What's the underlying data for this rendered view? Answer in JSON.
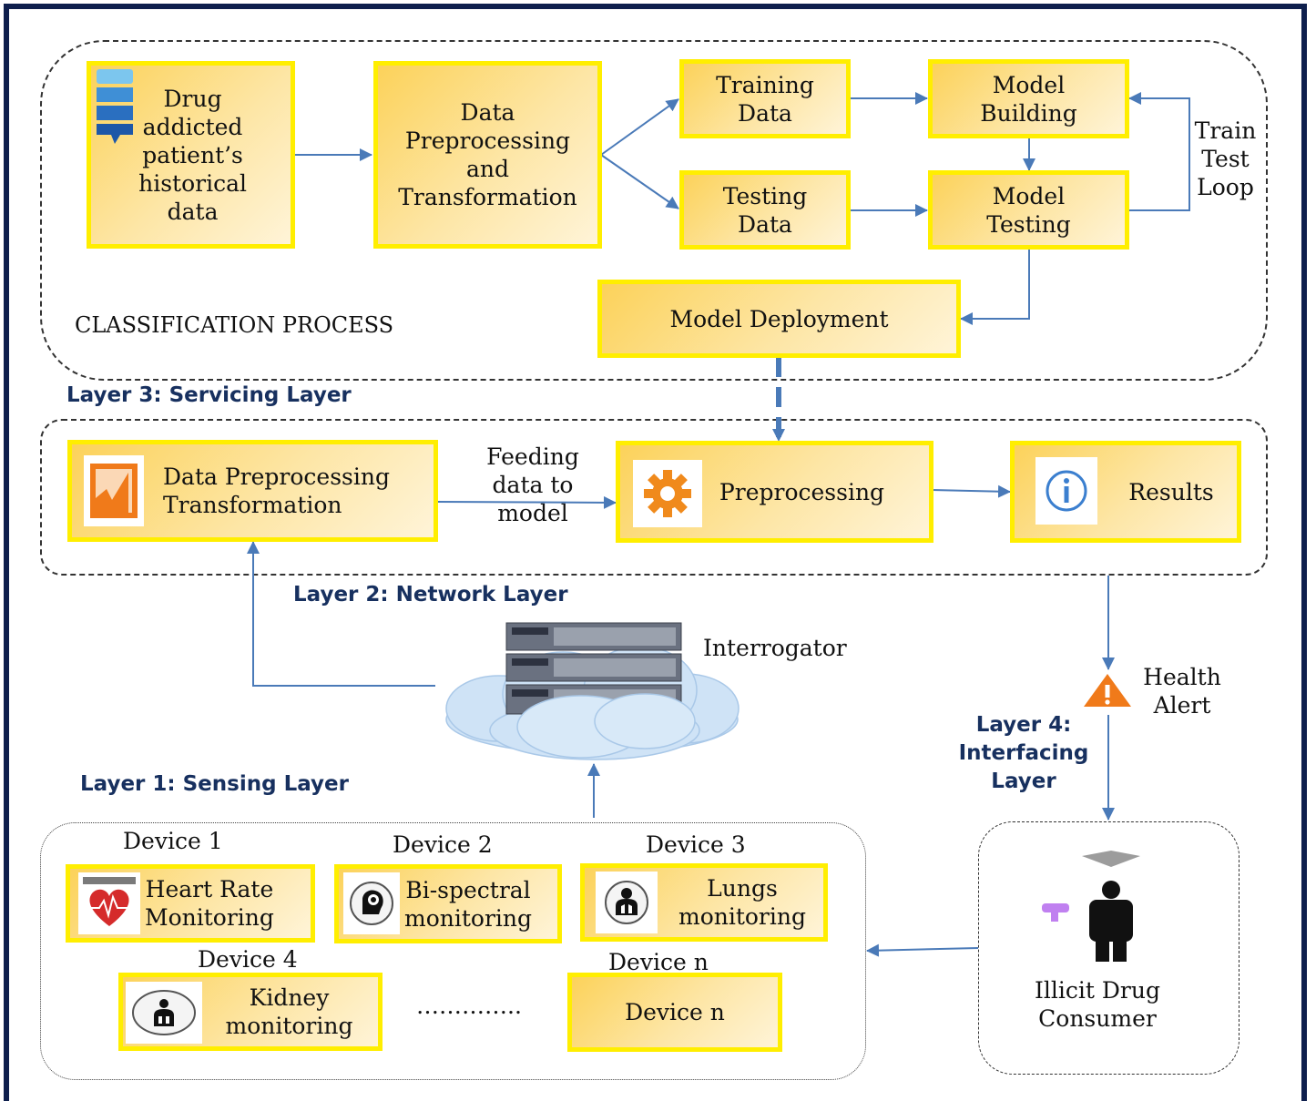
{
  "classification": {
    "region_label": "CLASSIFICATION PROCESS",
    "patient_data": "Drug\naddicted\npatient’s\nhistorical\ndata",
    "preprocessing": "Data\nPreprocessing\nand\nTransformation",
    "training_data": "Training\nData",
    "testing_data": "Testing\nData",
    "model_building": "Model\nBuilding",
    "model_testing": "Model\nTesting",
    "train_test_loop": "Train\nTest\nLoop",
    "model_deployment": "Model Deployment"
  },
  "layer3": {
    "title": "Layer 3: Servicing Layer",
    "data_preprocessing": "Data Preprocessing\n   Transformation",
    "feeding": "Feeding\ndata to\nmodel",
    "preprocessing": "Preprocessing",
    "results": "Results"
  },
  "layer2": {
    "title": "Layer 2: Network Layer",
    "interrogator": "Interrogator"
  },
  "layer4": {
    "title": "Layer 4:\nInterfacing\nLayer",
    "health_alert": "Health\nAlert",
    "consumer": "Illicit Drug\nConsumer"
  },
  "layer1": {
    "title": "Layer 1: Sensing Layer",
    "device1_label": "Device 1",
    "device1_box": "Heart Rate\nMonitoring",
    "device2_label": "Device 2",
    "device2_box": "Bi-spectral\nmonitoring",
    "device3_label": "Device 3",
    "device3_box": "Lungs\nmonitoring",
    "device4_label": "Device 4",
    "device4_box": "Kidney\nmonitoring",
    "ellipsis": "…………..",
    "devicen_label": "Device n",
    "devicen_box": "Device n"
  },
  "icons": {
    "patient_data": "database-icon",
    "data_preprocessing": "chart-icon",
    "preprocessing": "gear-icon",
    "results": "info-icon",
    "interrogator": "server-cloud-icon",
    "health_alert": "warning-icon",
    "consumer": "person-icon",
    "heart_rate": "heart-icon",
    "bispectral": "brain-icon",
    "lungs": "lungs-icon",
    "kidney": "kidney-icon"
  },
  "colors": {
    "frame": "#0e1f4d",
    "box_border": "#ffee00",
    "box_fill": "#fcd25a",
    "arrow": "#4a7ab8",
    "layer_title": "#17305f",
    "gear": "#f08a1c",
    "alert": "#f07a1a"
  }
}
